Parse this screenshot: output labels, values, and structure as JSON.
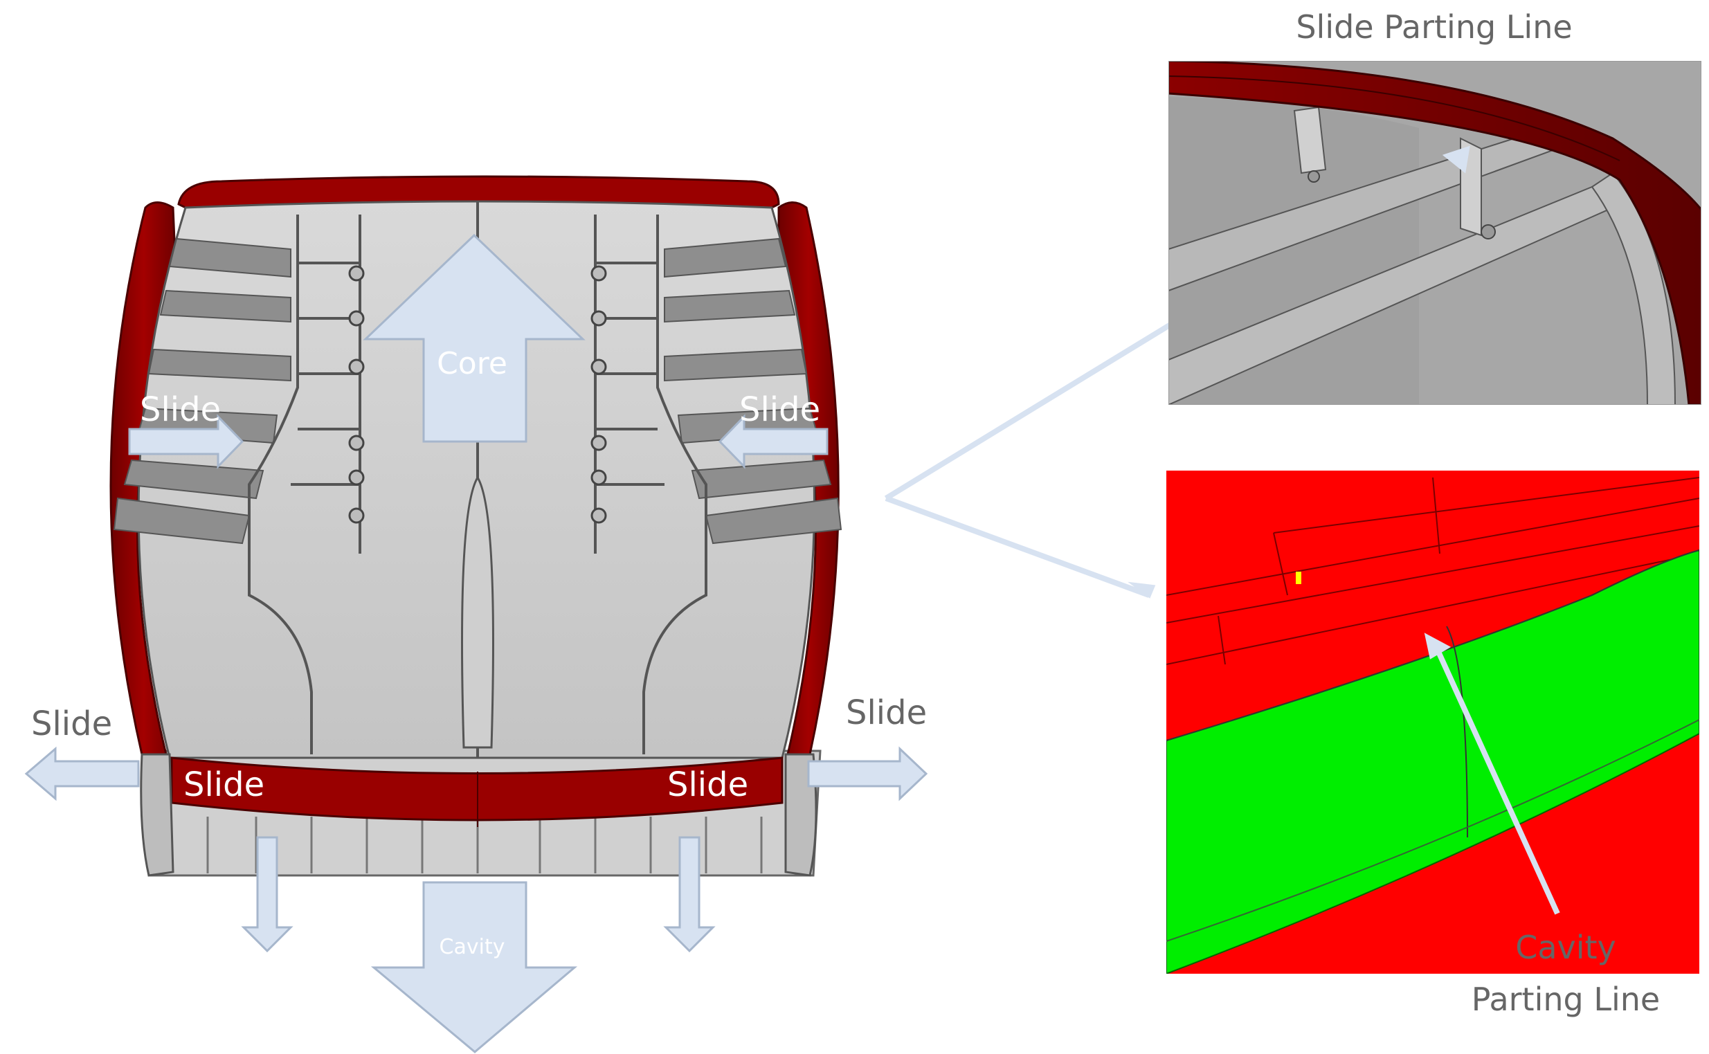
{
  "labels": {
    "core": "Core",
    "cavity": "Cavity",
    "slide_left_inner": "Slide",
    "slide_right_inner": "Slide",
    "slide_left_outer": "Slide",
    "slide_right_outer": "Slide",
    "slide_bottom_left": "Slide",
    "slide_bottom_right": "Slide",
    "slide_parting_line": "Slide Parting Line",
    "cavity_parting_line_1": "Cavity",
    "cavity_parting_line_2": "Parting Line"
  },
  "colors": {
    "slide_red": "#8b0000",
    "arrow_fill": "#d7e2f1",
    "arrow_stroke": "#9fb2cc",
    "part_gray": "#c8c8c8",
    "rib_gray": "#8f8f8f",
    "cavity_red": "#ff0000",
    "cavity_green": "#00ee00",
    "caption_gray": "#666666"
  }
}
